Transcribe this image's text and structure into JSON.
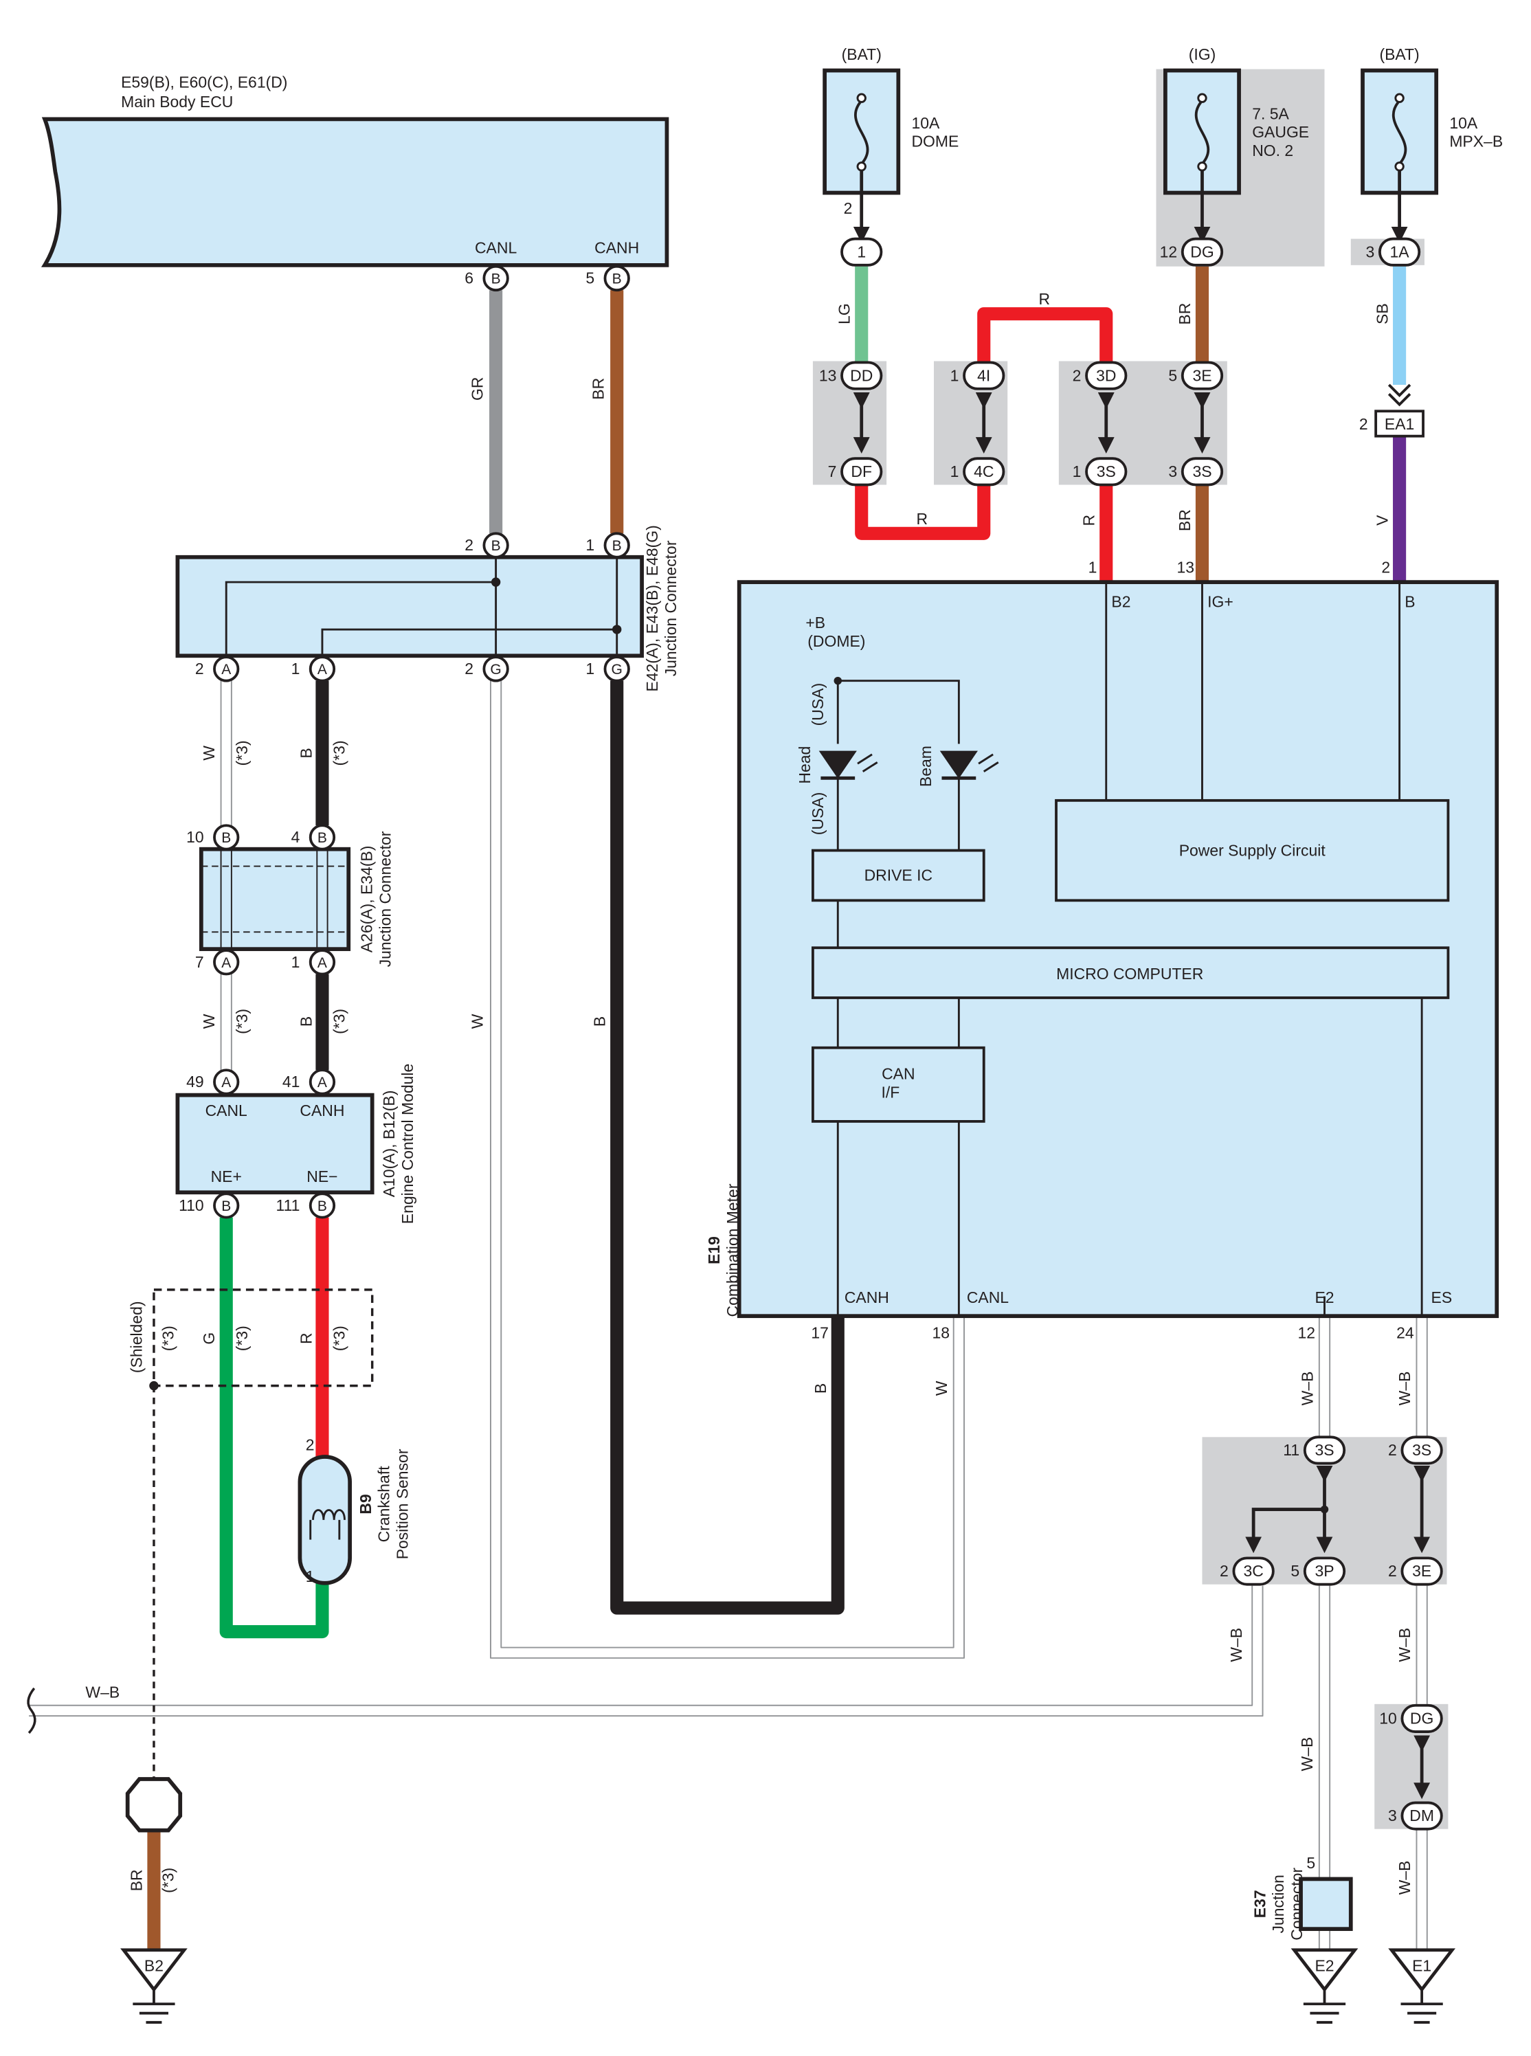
{
  "ecu": {
    "title": "E59(B), E60(C), E61(D)",
    "name": "Main Body ECU",
    "canl": "CANL",
    "canh": "CANH",
    "pin_canl": "6",
    "pin_canh": "5",
    "conn": "B"
  },
  "jc_e42": {
    "title": "E42(A), E43(B), E48(G)",
    "name": "Junction Connector",
    "pins": {
      "b2": "2",
      "b1": "1",
      "a2": "2",
      "a1": "1",
      "g2": "2",
      "g1": "1"
    },
    "conn": {
      "b": "B",
      "a": "A",
      "g": "G"
    }
  },
  "jc_a26": {
    "title": "A26(A), E34(B)",
    "name": "Junction Connector",
    "pins": {
      "b10": "10",
      "b4": "4",
      "a7": "7",
      "a1": "1"
    }
  },
  "ecm": {
    "title": "A10(A), B12(B)",
    "name": "Engine Control Module",
    "canl": "CANL",
    "canh": "CANH",
    "nep": "NE+",
    "nem": "NE−",
    "pins": {
      "a49": "49",
      "a41": "41",
      "b110": "110",
      "b111": "111"
    }
  },
  "sensor": {
    "id": "B9",
    "name1": "Crankshaft",
    "name2": "Position Sensor",
    "pin_top": "2",
    "pin_bot": "1"
  },
  "shield": {
    "label": "(Shielded)"
  },
  "ground_b2": {
    "label": "B2"
  },
  "ground_e2": {
    "label": "E2"
  },
  "ground_e1": {
    "label": "E1"
  },
  "meter": {
    "id": "E19",
    "name": "Combination Meter",
    "b2": "B2",
    "igp": "IG+",
    "b": "B",
    "dome1": "+B",
    "dome2": "(DOME)",
    "usa": "(USA)",
    "head": "Head",
    "beam": "Beam",
    "drive_ic": "DRIVE IC",
    "psc": "Power Supply Circuit",
    "micro": "MICRO COMPUTER",
    "can_if1": "CAN",
    "can_if2": "I/F",
    "canh": "CANH",
    "canl": "CANL",
    "e2": "E2",
    "es": "ES",
    "pins": {
      "p1": "1",
      "p13": "13",
      "p2": "2",
      "p17": "17",
      "p18": "18",
      "p12": "12",
      "p24": "24"
    }
  },
  "fuses": [
    {
      "src": "(BAT)",
      "rating": "10A",
      "name": "DOME"
    },
    {
      "src": "(IG)",
      "rating": "7. 5A",
      "name": "GAUGE",
      "name2": "NO. 2"
    },
    {
      "src": "(BAT)",
      "rating": "10A",
      "name": "MPX–B"
    }
  ],
  "e37": {
    "id": "E37",
    "name1": "Junction",
    "name2": "Connector",
    "pin": "5"
  },
  "wires": {
    "gr": "GR",
    "br": "BR",
    "w": "W",
    "b": "B",
    "g": "G",
    "r": "R",
    "lg": "LG",
    "sb": "SB",
    "v": "V",
    "wb": "W–B",
    "star3": "(*3)"
  },
  "conn_ids": {
    "c1": "1",
    "dd": "DD",
    "df": "DF",
    "i4": "4I",
    "c4": "4C",
    "d3": "3D",
    "s3": "3S",
    "e3": "3E",
    "dg": "DG",
    "a1": "1A",
    "ea1": "EA1",
    "c3": "3C",
    "p3": "3P",
    "dm": "DM"
  },
  "pin_nums": {
    "n1": "1",
    "n2": "2",
    "n3": "3",
    "n5": "5",
    "n7": "7",
    "n10": "10",
    "n11": "11",
    "n12": "12",
    "n13": "13"
  },
  "colors": {
    "fill": "#cfe9f8",
    "gray_box": "#d1d2d4",
    "gray_wire": "#939598",
    "brown": "#a0582c",
    "green": "#00a651",
    "red": "#ed1c24",
    "lgreen": "#6fc391",
    "sblue": "#8dd1f5",
    "violet": "#662d91",
    "black": "#231f20"
  }
}
